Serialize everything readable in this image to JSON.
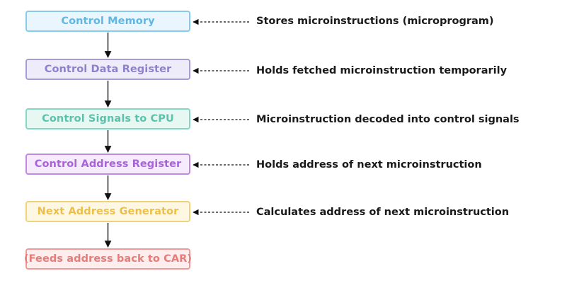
{
  "stages": [
    {
      "label": "Control Memory",
      "note": "Stores microinstructions (microprogram)"
    },
    {
      "label": "Control Data Register",
      "note": "Holds fetched microinstruction temporarily"
    },
    {
      "label": "Control Signals to CPU",
      "note": "Microinstruction decoded into control signals"
    },
    {
      "label": "Control Address Register",
      "note": "Holds address of next microinstruction"
    },
    {
      "label": "Next Address Generator",
      "note": "Calculates address of next microinstruction"
    },
    {
      "label": "(Feeds address back to CAR)"
    }
  ],
  "colors": {
    "arrow": "#111111",
    "control_memory": "#5fb7e3",
    "control_data_register": "#8f80cb",
    "control_signals": "#5cc2ab",
    "control_address_register": "#a863d6",
    "next_address_generator": "#ebbf4a",
    "feedback": "#e57c7c"
  }
}
